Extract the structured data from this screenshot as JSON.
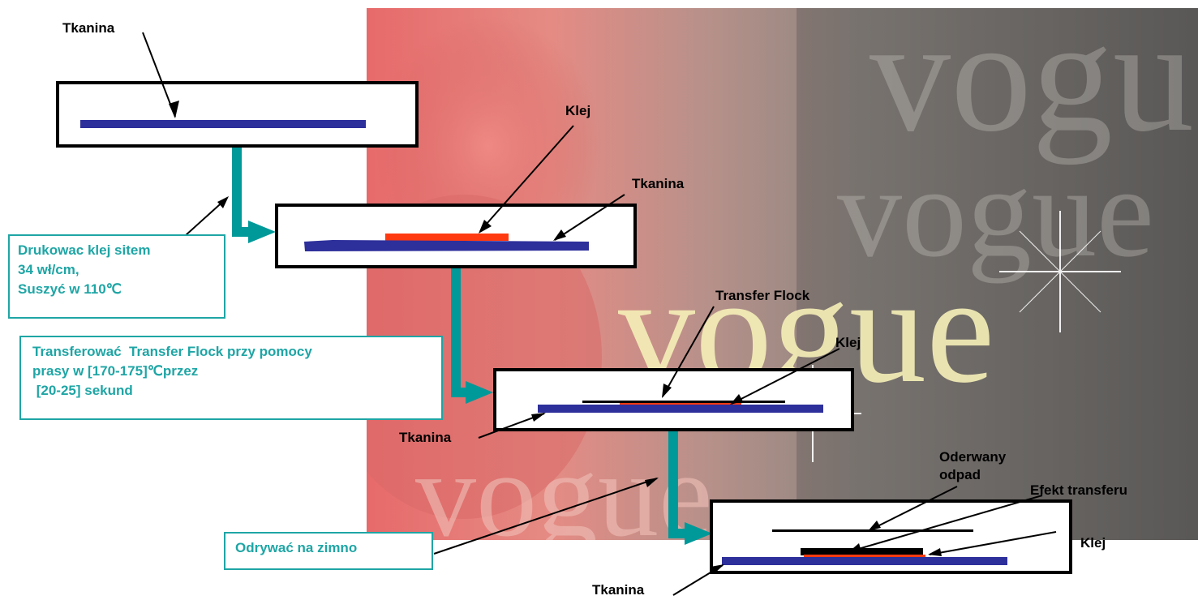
{
  "colors": {
    "fabric": "#2d2f9b",
    "glue": "#ff3a10",
    "flock": "#000000",
    "flow": "#009999",
    "note_border": "#1fa5a5",
    "note_text": "#1fa5a5"
  },
  "background": {
    "watermark_words": [
      "vogue",
      "vogue",
      "vogue",
      "vogue"
    ]
  },
  "labels": {
    "tkanina_1": "Tkanina",
    "klej_1": "Klej",
    "tkanina_2": "Tkanina",
    "transfer_flock": "Transfer Flock",
    "klej_2": "Klej",
    "tkanina_3": "Tkanina",
    "oderwany_odpad": "Oderwany\nodpad",
    "efekt_transferu": "Efekt transferu",
    "klej_3": "Klej",
    "tkanina_4": "Tkanina"
  },
  "notes": {
    "step1": "Drukowac klej sitem\n34 wł/cm,\nSuszyć w 110℃",
    "step2": "Transferować  Transfer Flock przy pomocy\nprasy w [170-175]℃przez\n [20-25] sekund",
    "step3": "Odrywać na zimno"
  }
}
